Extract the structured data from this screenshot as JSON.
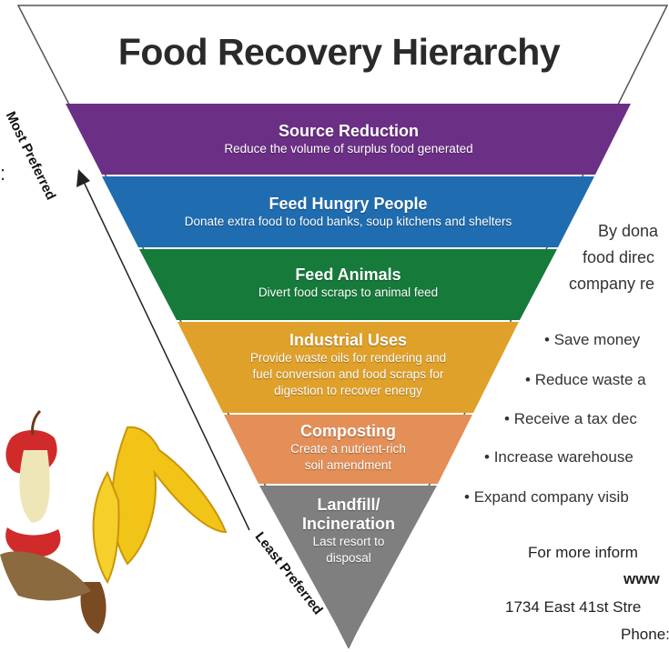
{
  "title": "Food Recovery Hierarchy",
  "axis": {
    "top_label": "Most Preferred",
    "bottom_label": "Least Preferred"
  },
  "tiers": [
    {
      "heading": "Source Reduction",
      "desc_lines": [
        "Reduce the volume of surplus food generated"
      ],
      "color": "#6b2f86"
    },
    {
      "heading": "Feed Hungry People",
      "desc_lines": [
        "Donate extra food to food banks, soup kitchens and shelters"
      ],
      "color": "#1f6cb0"
    },
    {
      "heading": "Feed Animals",
      "desc_lines": [
        "Divert food scraps to animal feed"
      ],
      "color": "#157a3a"
    },
    {
      "heading": "Industrial Uses",
      "desc_lines": [
        "Provide waste oils for rendering and",
        "fuel conversion and food scraps for",
        "digestion to recover energy"
      ],
      "color": "#e0a12a"
    },
    {
      "heading": "Composting",
      "desc_lines": [
        "Create a nutrient-rich",
        "soil amendment"
      ],
      "color": "#e38f57"
    },
    {
      "heading": "Landfill/",
      "heading2": "Incineration",
      "desc_lines": [
        "Last resort to",
        "disposal"
      ],
      "color": "#7f7f7f"
    }
  ],
  "donation_text": [
    "By dona",
    "food direc",
    "company re"
  ],
  "benefits": [
    "Save money",
    "Reduce waste a",
    "Receive a tax dec",
    "Increase warehouse",
    "Expand company visib"
  ],
  "contact": [
    "For more inform",
    "www",
    "1734 East 41st Stre",
    "Phone:"
  ],
  "left_fragment": ":",
  "icons": {
    "illustration": "food-scraps-illustration",
    "arrow": "preference-arrow-icon"
  }
}
